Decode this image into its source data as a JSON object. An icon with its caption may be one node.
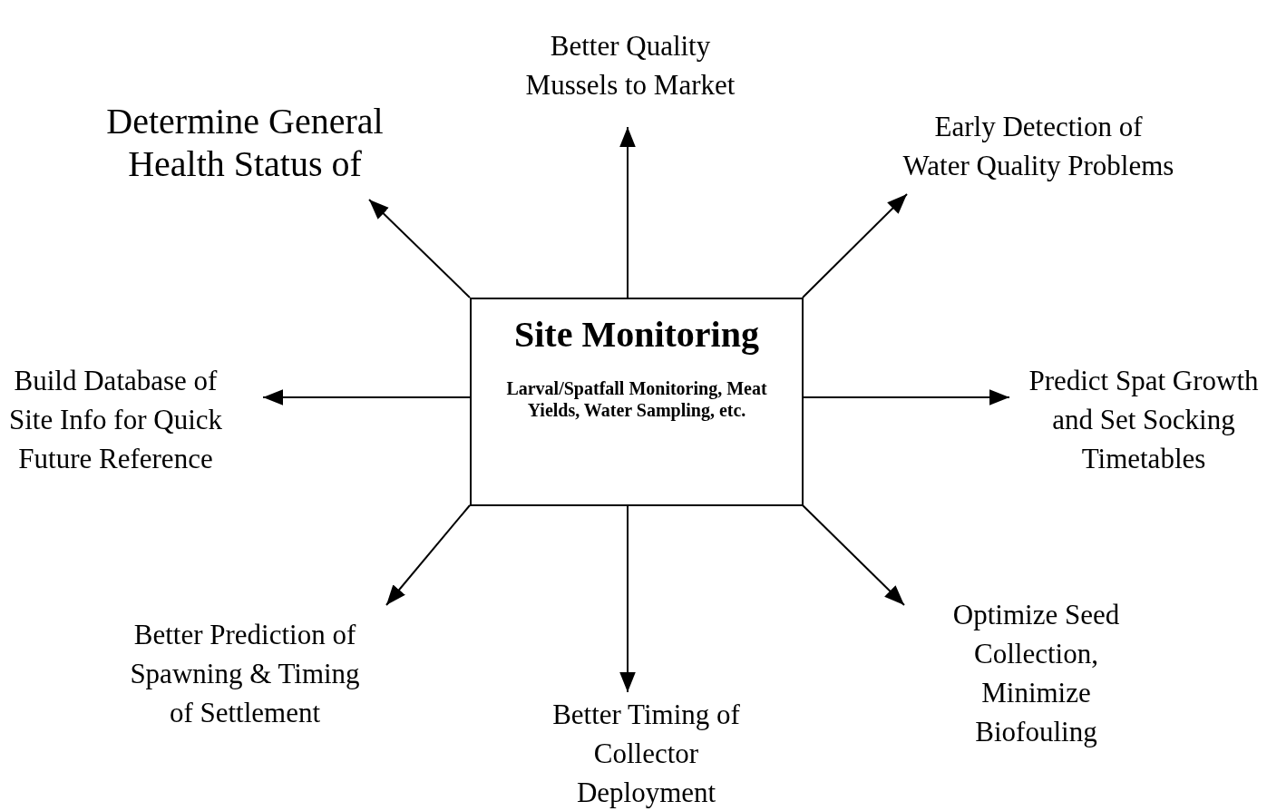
{
  "diagram": {
    "nodes": [
      {
        "text": [
          "Site Monitoring",
          "Larval/Spatfall Monitoring, Meat Yields, Water Sampling, etc."
        ]
      },
      {
        "text": [
          "Better Quality Mussels to Market"
        ]
      },
      {
        "text": [
          "Determine General Health Status of"
        ]
      },
      {
        "text": [
          "Early Detection of Water Quality Problems"
        ]
      },
      {
        "text": [
          "Build Database of Site Info for Quick Future Reference"
        ]
      },
      {
        "text": [
          "Predict Spat Growth and Set Socking Timetables"
        ]
      },
      {
        "text": [
          "Better Prediction of Spawning & Timing of Settlement"
        ]
      },
      {
        "text": [
          "Optimize Seed Collection, Minimize Biofouling"
        ]
      },
      {
        "text": [
          "Better Timing of Collector Deployment"
        ]
      }
    ],
    "edges": [
      {
        "from": 0,
        "to": 1,
        "arrow": "to"
      },
      {
        "from": 0,
        "to": 2,
        "arrow": "to"
      },
      {
        "from": 0,
        "to": 3,
        "arrow": "to"
      },
      {
        "from": 0,
        "to": 4,
        "arrow": "to"
      },
      {
        "from": 0,
        "to": 5,
        "arrow": "to"
      },
      {
        "from": 0,
        "to": 6,
        "arrow": "to"
      },
      {
        "from": 0,
        "to": 7,
        "arrow": "to"
      },
      {
        "from": 0,
        "to": 8,
        "arrow": "to"
      }
    ]
  }
}
